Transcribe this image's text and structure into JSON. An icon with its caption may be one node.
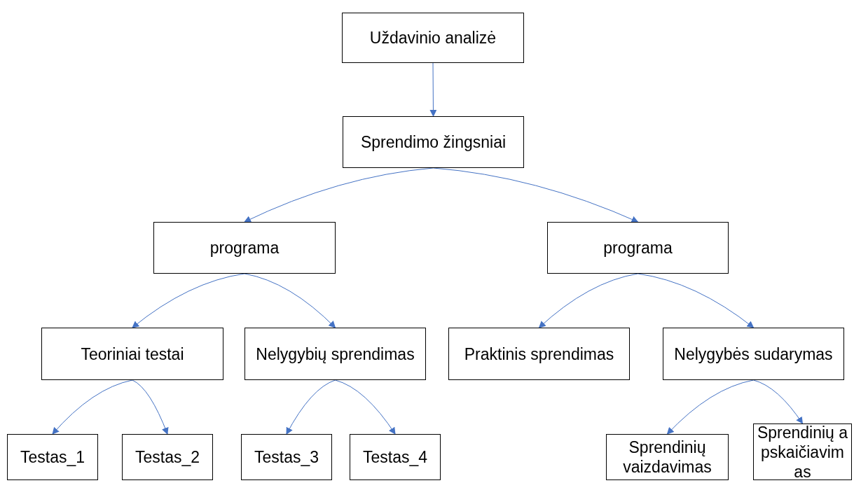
{
  "diagram": {
    "nodes": [
      {
        "text": [
          "Uždavinio analizė"
        ]
      },
      {
        "text": [
          "Sprendimo žingsniai"
        ]
      },
      {
        "text": [
          "programa"
        ]
      },
      {
        "text": [
          "programa"
        ]
      },
      {
        "text": [
          "Teoriniai testai"
        ]
      },
      {
        "text": [
          "Nelygybių sprendimas"
        ]
      },
      {
        "text": [
          "Praktinis sprendimas"
        ]
      },
      {
        "text": [
          "Nelygybės sudarymas"
        ]
      },
      {
        "text": [
          "Testas_1"
        ]
      },
      {
        "text": [
          "Testas_2"
        ]
      },
      {
        "text": [
          "Testas_3"
        ]
      },
      {
        "text": [
          "Testas_4"
        ]
      },
      {
        "text": [
          "Sprendinių vaizdavimas"
        ]
      },
      {
        "text": [
          "Sprendinių apskaičiavimas"
        ]
      }
    ],
    "edges": [
      {
        "from": 0,
        "to": 1,
        "arrow": "to"
      },
      {
        "from": 1,
        "to": 2,
        "arrow": "to"
      },
      {
        "from": 1,
        "to": 3,
        "arrow": "to"
      },
      {
        "from": 2,
        "to": 4,
        "arrow": "to"
      },
      {
        "from": 2,
        "to": 5,
        "arrow": "to"
      },
      {
        "from": 3,
        "to": 6,
        "arrow": "to"
      },
      {
        "from": 3,
        "to": 7,
        "arrow": "to"
      },
      {
        "from": 4,
        "to": 8,
        "arrow": "to"
      },
      {
        "from": 4,
        "to": 9,
        "arrow": "to"
      },
      {
        "from": 5,
        "to": 10,
        "arrow": "to"
      },
      {
        "from": 5,
        "to": 11,
        "arrow": "to"
      },
      {
        "from": 7,
        "to": 12,
        "arrow": "to"
      },
      {
        "from": 7,
        "to": 13,
        "arrow": "to"
      }
    ]
  }
}
